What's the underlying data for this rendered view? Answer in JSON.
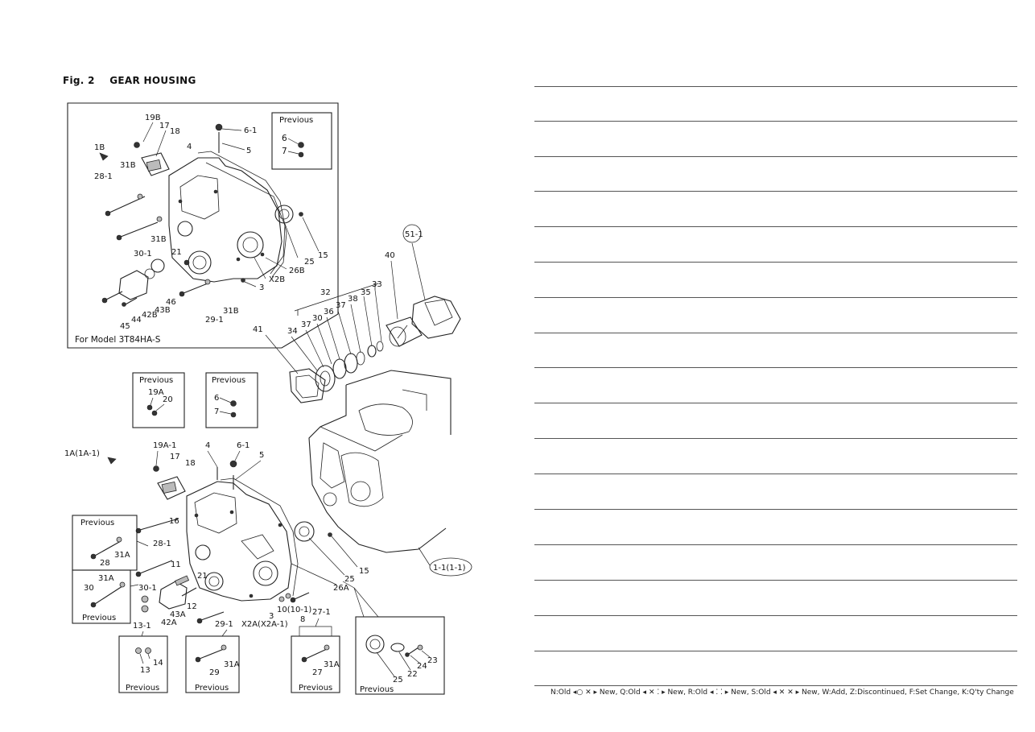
{
  "figure": {
    "number": "Fig. 2",
    "title": "GEAR HOUSING"
  },
  "model_note": "For Model 3T84HA-S",
  "previous_label": "Previous",
  "upper_inset": {
    "previous_box": [
      "6",
      "7"
    ],
    "labels": [
      "19B",
      "17",
      "18",
      "1B",
      "4",
      "6-1",
      "5",
      "31B",
      "28-1",
      "31B",
      "30-1",
      "31B",
      "21",
      "25",
      "15",
      "26B",
      "X2B",
      "3",
      "46",
      "43B",
      "42B",
      "44",
      "45",
      "29-1"
    ]
  },
  "engine_labels": [
    "51-1",
    "40",
    "32",
    "33",
    "35",
    "38",
    "37",
    "36",
    "30",
    "37",
    "34",
    "41",
    "1-1(1-1)"
  ],
  "lower_labels": {
    "box_19a": [
      "19A",
      "20"
    ],
    "box_6": [
      "6",
      "7"
    ],
    "main": [
      "1A(1A-1)",
      "19A-1",
      "17",
      "18",
      "4",
      "6-1",
      "5",
      "16",
      "28-1",
      "11",
      "30-1",
      "21",
      "12",
      "43A",
      "42A",
      "13-1",
      "29-1",
      "3",
      "X2A(X2A-1)",
      "10(10-1)",
      "8",
      "27-1",
      "26A",
      "25",
      "15"
    ],
    "box_28": [
      "28",
      "31A"
    ],
    "box_30": [
      "31A",
      "30"
    ],
    "box_13": [
      "13",
      "14"
    ],
    "box_29": [
      "29",
      "31A"
    ],
    "box_27": [
      "27",
      "31A"
    ],
    "box_25": [
      "25",
      "22",
      "24",
      "23"
    ]
  },
  "legend": "N:Old ◂○ ✕ ▸ New,  Q:Old ◂ ✕ ⁚ ▸ New,  R:Old ◂ ⁚ ⁚ ▸ New,  S:Old ◂ ✕ ✕ ▸ New,  W:Add,  Z:Discontinued,  F:Set Change,  K:Q'ty Change"
}
